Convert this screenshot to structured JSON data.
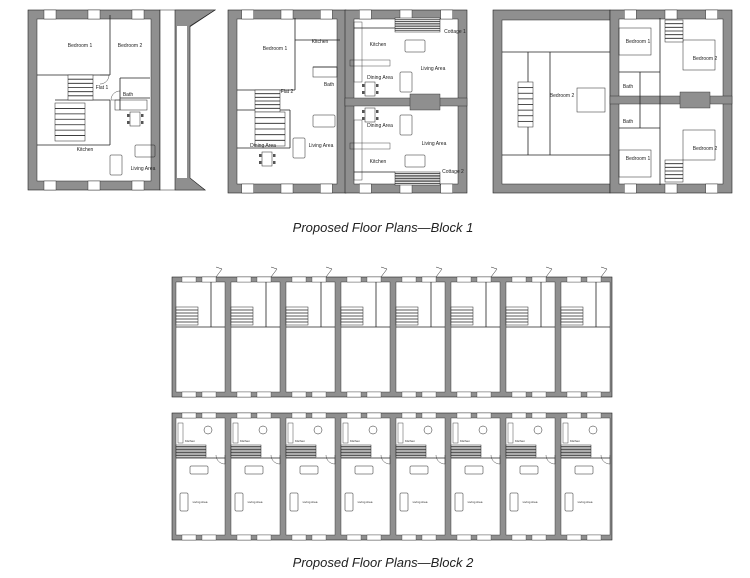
{
  "block1": {
    "caption": "Proposed Floor Plans—Block 1",
    "plan_a": [
      "Bedroom 1",
      "Bedroom 2",
      "Flat 1",
      "Bath",
      "Kitchen",
      "Living Area"
    ],
    "plan_b": [
      "Bedroom 1",
      "Kitchen",
      "Flat 2",
      "Bath",
      "Dining Area",
      "Living Area",
      "Kitchen",
      "Cottage 1",
      "Dining Area",
      "Living Area",
      "Dining Area",
      "Living Area",
      "Kitchen",
      "Cottage 2"
    ],
    "plan_c": [
      "Bedroom 1",
      "Bedroom 2",
      "Bath",
      "Bedroom 2",
      "Bath",
      "Bedroom 2",
      "Bedroom 1"
    ]
  },
  "block2": {
    "caption": "Proposed Floor Plans—Block 2",
    "unit_count": 8,
    "ground_labels": [
      "Kitchen",
      "Living Area"
    ]
  },
  "colors": {
    "wall": "#8f8f8f",
    "line": "#222222"
  }
}
